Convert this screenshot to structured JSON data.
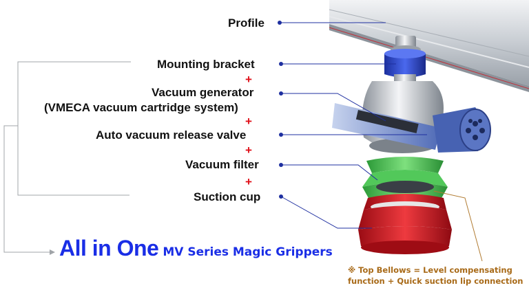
{
  "labels": {
    "profile": "Profile",
    "mounting_bracket": "Mounting bracket",
    "vacuum_generator_line1": "Vacuum generator",
    "vacuum_generator_line2": "(VMECA vacuum cartridge system)",
    "auto_release_valve": "Auto vacuum release valve",
    "vacuum_filter": "Vacuum filter",
    "suction_cup": "Suction cup"
  },
  "plus_symbol": "+",
  "headline": {
    "main": "All in One",
    "sub": "MV Series Magic Grippers"
  },
  "note": {
    "line1": "※ Top Bellows = Level compensating",
    "line2": "function + Quick suction lip connection"
  },
  "colors": {
    "headline": "#1a2ee6",
    "plus": "#e0101a",
    "note": "#a86a18",
    "leader_blue": "#1e2fa0",
    "leader_brown": "#b07a30",
    "bracket_blue": "#2a44c8",
    "filter_green": "#3fb84a",
    "cup_red": "#c8141e",
    "profile_gray": "#c9cdd2"
  }
}
